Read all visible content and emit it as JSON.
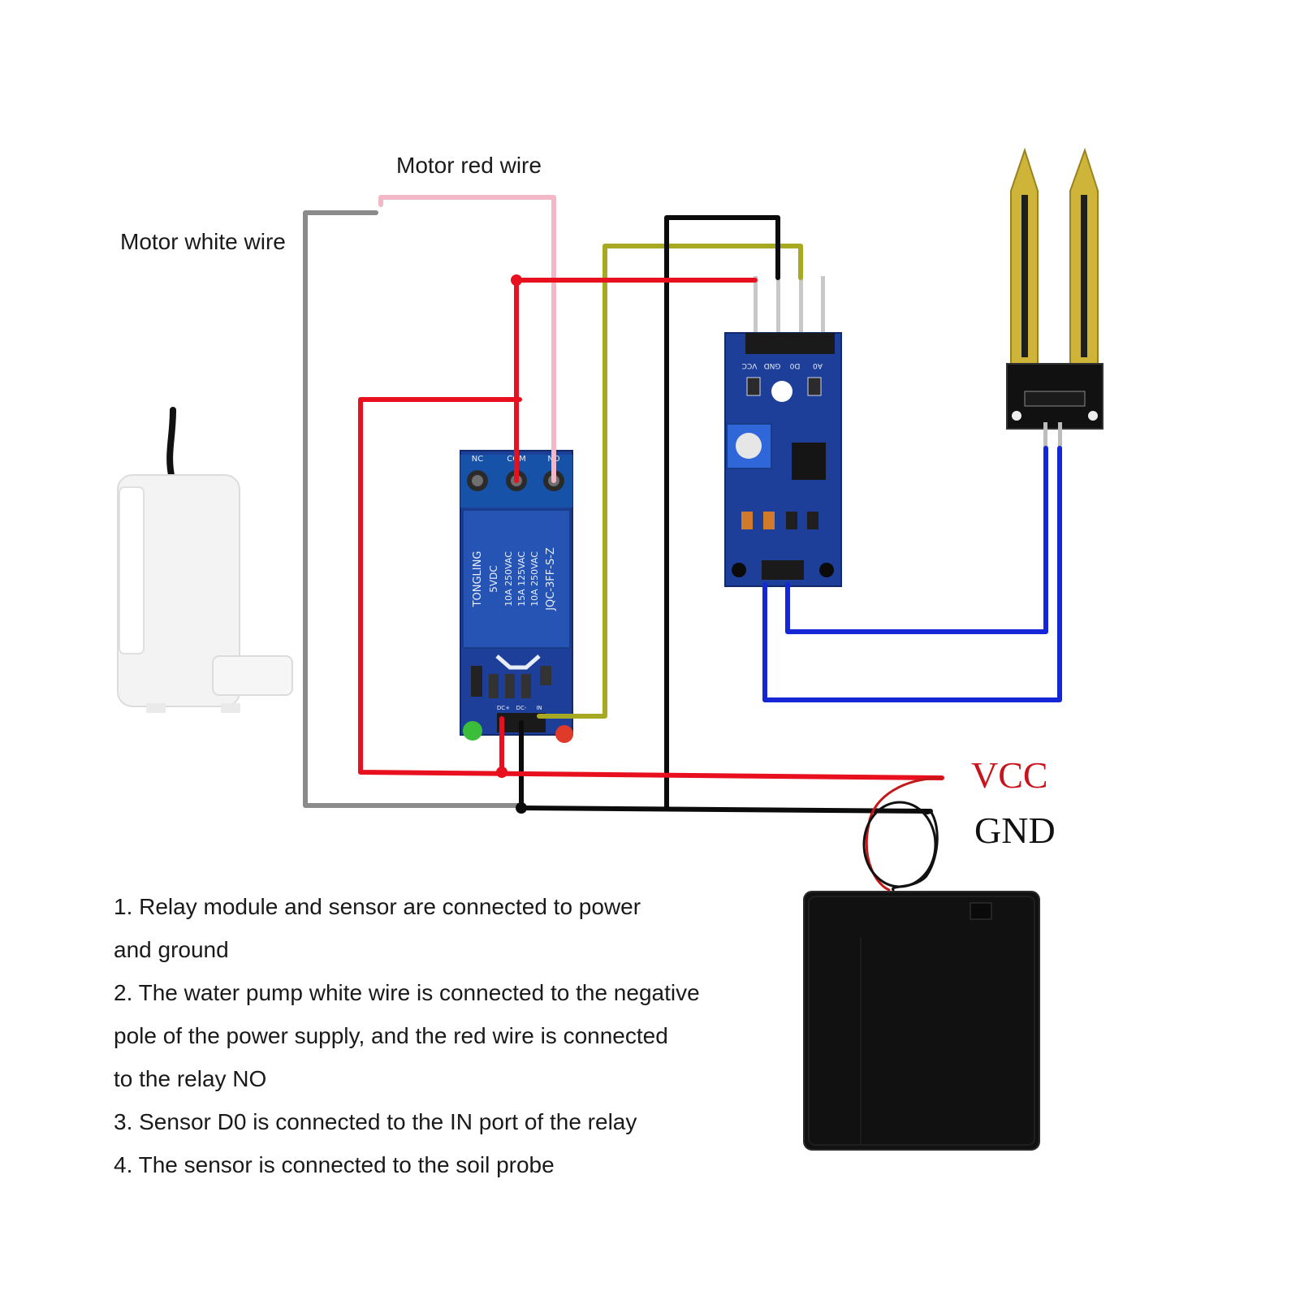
{
  "labels": {
    "motor_red_wire": "Motor red wire",
    "motor_white_wire": "Motor white wire",
    "vcc": "VCC",
    "gnd": "GND"
  },
  "relay": {
    "terminals": [
      "NC",
      "COM",
      "NO"
    ],
    "markings": [
      "TONGLING",
      "5VDC",
      "10A 250VAC",
      "15A 125VAC",
      "10A 250VAC",
      "JQC-3FF-S-Z"
    ],
    "pins": [
      "DC+",
      "DC-",
      "IN"
    ]
  },
  "sensor": {
    "pins": [
      "VCC",
      "GND",
      "D0",
      "A0"
    ]
  },
  "notes": [
    "1. Relay module and sensor are connected to power",
    "and ground",
    "2. The water pump white wire is connected to the negative",
    "pole of the power supply, and the red wire is connected",
    "to the relay NO",
    "3. Sensor D0 is connected to the IN port of the relay",
    "4. The sensor is connected to the soil probe"
  ],
  "colors": {
    "power_wire": "#e8101e",
    "ground_wire": "#0b0b0b",
    "signal_wire": "#a7a922",
    "motor_red_wire": "#f2b8c8",
    "motor_white_wire": "#8a8a8a",
    "probe_wire": "#1526d6",
    "pcb_blue": "#1d3f9a",
    "vcc_label": "#c8141c"
  }
}
